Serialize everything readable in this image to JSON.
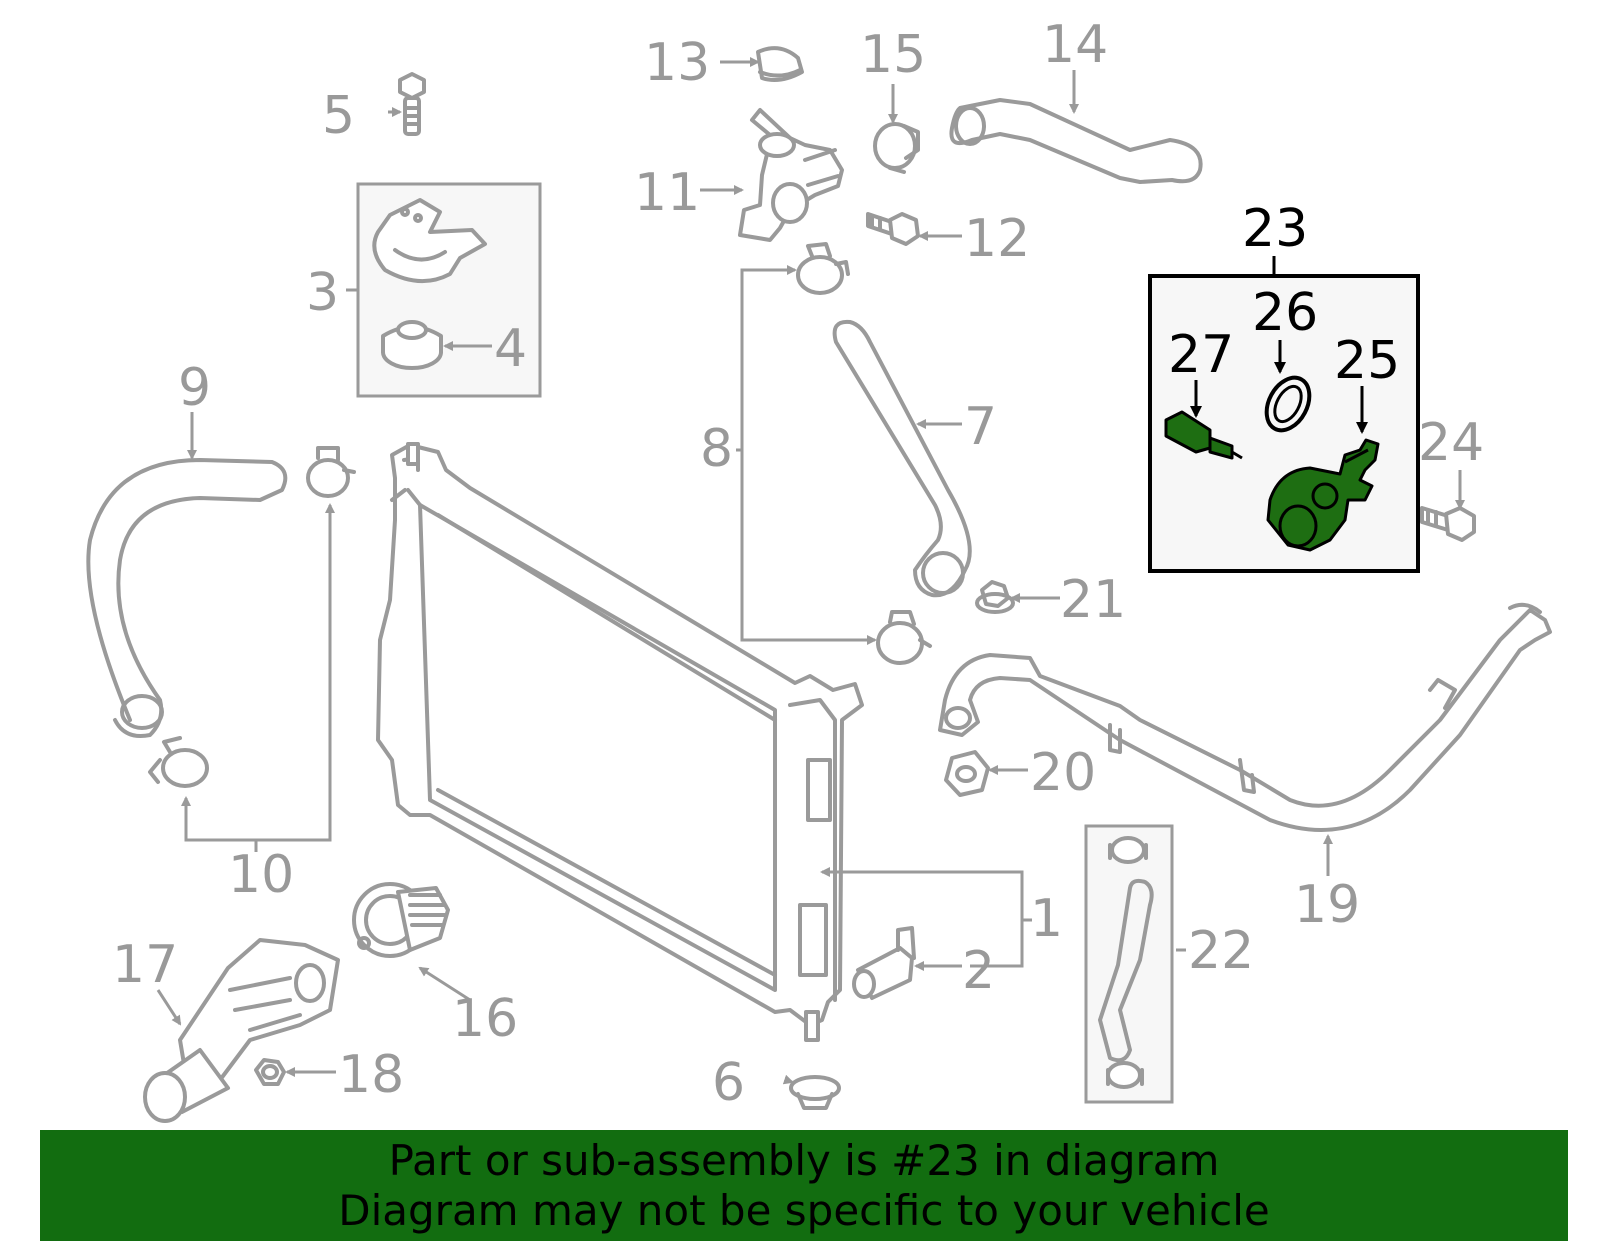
{
  "callouts": {
    "c1": "1",
    "c2": "2",
    "c3": "3",
    "c4": "4",
    "c5": "5",
    "c6": "6",
    "c7": "7",
    "c8": "8",
    "c9": "9",
    "c10": "10",
    "c11": "11",
    "c12": "12",
    "c13": "13",
    "c14": "14",
    "c15": "15",
    "c16": "16",
    "c17": "17",
    "c18": "18",
    "c19": "19",
    "c20": "20",
    "c21": "21",
    "c22": "22",
    "c23": "23",
    "c24": "24",
    "c25": "25",
    "c26": "26",
    "c27": "27"
  },
  "highlight": {
    "callout": "23",
    "part_color": "#1e6e12",
    "label_color": "#000000"
  },
  "colors": {
    "line": "#9a9a9a",
    "banner": "#126d10"
  },
  "banner": {
    "line1": "Part or sub-assembly is #23 in diagram",
    "line2": "Diagram may not be specific to your vehicle"
  }
}
